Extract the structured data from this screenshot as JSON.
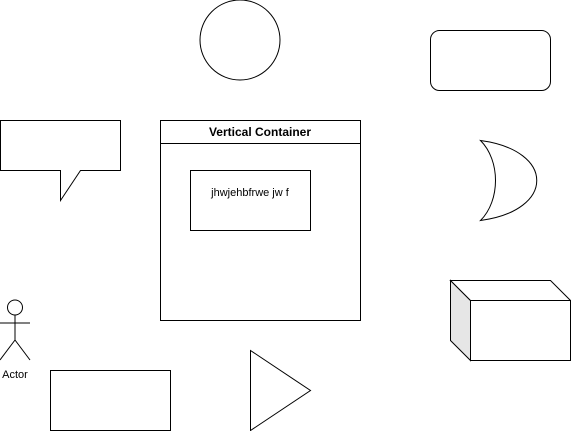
{
  "diagram": {
    "container": {
      "title": "Vertical Container",
      "inner_text": "jhwjehbfrwe jw f"
    },
    "actor": {
      "label": "Actor"
    }
  },
  "colors": {
    "stroke": "#000000",
    "fill": "#ffffff",
    "cube_side": "#e6e6e6"
  }
}
